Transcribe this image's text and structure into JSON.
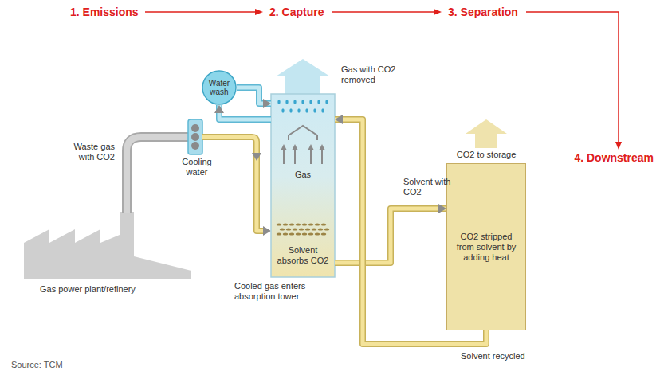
{
  "diagram": {
    "nodes": [
      {
        "text": [
          "Water wash"
        ]
      },
      {
        "text": [
          "Gas",
          "Solvent absorbs CO2"
        ]
      },
      {
        "text": [
          "CO2 stripped from solvent by adding heat"
        ]
      }
    ],
    "edges": [
      {
        "from": 0,
        "to": 1,
        "arrow": "to"
      },
      {
        "from": 1,
        "to": 0,
        "arrow": "to"
      },
      {
        "from": 1,
        "to": 2,
        "arrow": "to"
      },
      {
        "from": 2,
        "to": 1,
        "arrow": "to"
      }
    ],
    "labels": [
      "1. Emissions",
      "2. Capture",
      "3. Separation",
      "4. Downstream",
      "Gas with CO2 removed",
      "Waste gas with CO2",
      "Cooling water",
      "Solvent with CO2",
      "CO2 to storage",
      "Gas power plant/refinery",
      "Cooled gas enters absorption tower",
      "Solvent recycled",
      "Source: TCM"
    ]
  }
}
